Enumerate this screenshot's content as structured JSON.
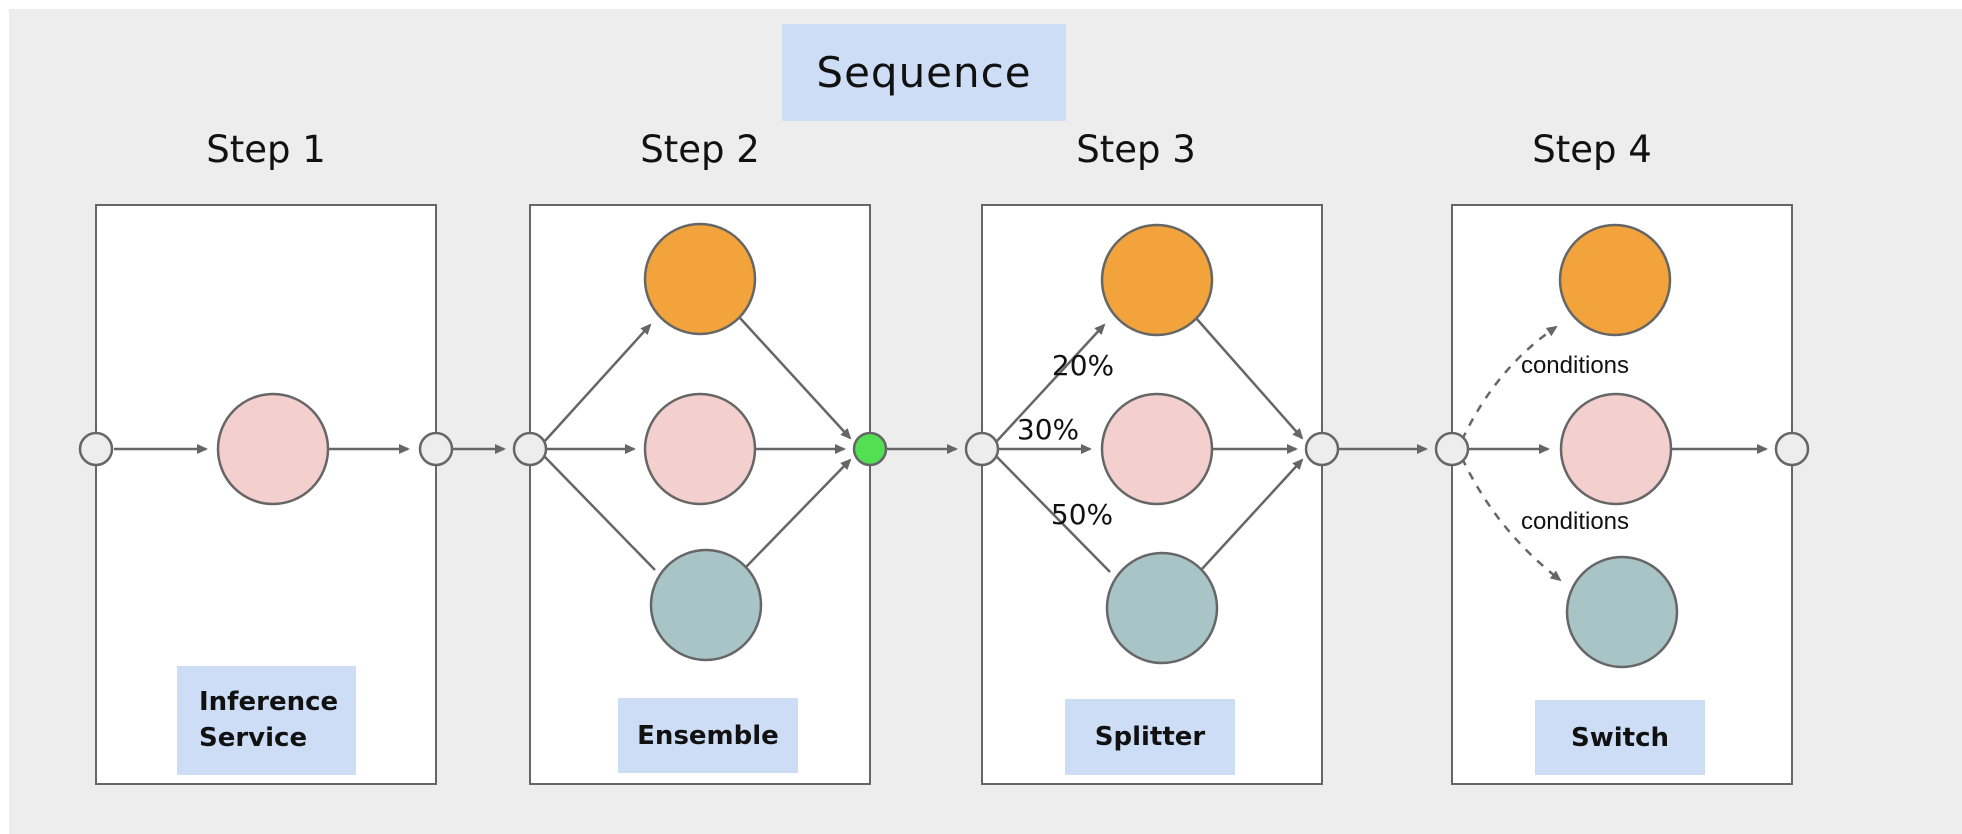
{
  "diagram": {
    "title": "Sequence",
    "steps": [
      {
        "heading": "Step 1",
        "label_line1": "Inference",
        "label_line2": "Service"
      },
      {
        "heading": "Step 2",
        "label": "Ensemble"
      },
      {
        "heading": "Step 3",
        "label": "Splitter",
        "branch_labels": [
          "20%",
          "30%",
          "50%"
        ]
      },
      {
        "heading": "Step 4",
        "label": "Switch",
        "branch_labels": [
          "conditions",
          "conditions"
        ]
      }
    ],
    "colors": {
      "canvas": "#ededed",
      "box_fill": "#ffffff",
      "stroke": "#666666",
      "orange": "#f2a33c",
      "pink": "#f3cfcd",
      "teal": "#a9c4c6",
      "green": "#52e052",
      "port_fill": "#ededed",
      "label_bg": "#cdddf6"
    }
  }
}
